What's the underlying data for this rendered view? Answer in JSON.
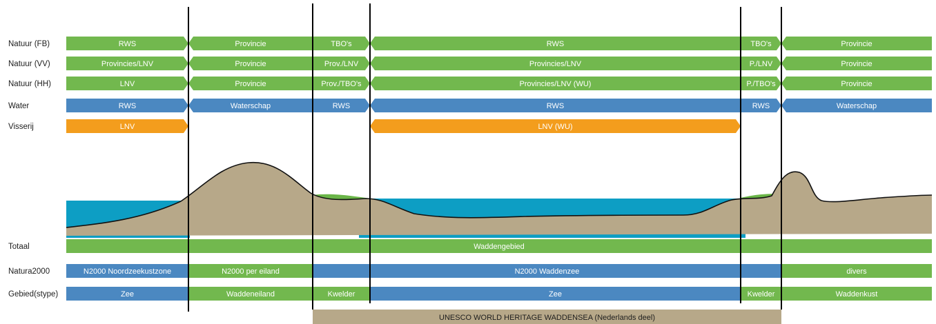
{
  "colors": {
    "green": "#72b84e",
    "blue": "#4b88c1",
    "orange": "#f39d1d",
    "tan": "#b7a889",
    "water": "#0d9ec4",
    "line": "#000000"
  },
  "rows": [
    {
      "label": "Natuur (FB)",
      "segments": [
        {
          "text": "RWS",
          "color": "green",
          "shape": "pointR"
        },
        {
          "text": "Provincie",
          "color": "green",
          "shape": "pointL"
        },
        {
          "text": "TBO's",
          "color": "green",
          "shape": "pointR"
        },
        {
          "text": "RWS",
          "color": "green",
          "shape": "pointL"
        },
        {
          "text": "TBO's",
          "color": "green",
          "shape": "pointR"
        },
        {
          "text": "Provincie",
          "color": "green",
          "shape": "pointL"
        }
      ]
    },
    {
      "label": "Natuur (VV)",
      "segments": [
        {
          "text": "Provincies/LNV",
          "color": "green",
          "shape": "pointR"
        },
        {
          "text": "Provincie",
          "color": "green",
          "shape": "pointL"
        },
        {
          "text": "Prov./LNV",
          "color": "green",
          "shape": "pointR"
        },
        {
          "text": "Provincies/LNV",
          "color": "green",
          "shape": "pointL"
        },
        {
          "text": "P./LNV",
          "color": "green",
          "shape": "pointR"
        },
        {
          "text": "Provincie",
          "color": "green",
          "shape": "pointL"
        }
      ]
    },
    {
      "label": "Natuur (HH)",
      "segments": [
        {
          "text": "LNV",
          "color": "green",
          "shape": "pointR"
        },
        {
          "text": "Provincie",
          "color": "green",
          "shape": "pointL"
        },
        {
          "text": "Prov./TBO's",
          "color": "green",
          "shape": "pointR"
        },
        {
          "text": "Provincies/LNV (WU)",
          "color": "green",
          "shape": "pointL"
        },
        {
          "text": "P./TBO's",
          "color": "green",
          "shape": "pointR"
        },
        {
          "text": "Provincie",
          "color": "green",
          "shape": "pointL"
        }
      ]
    },
    {
      "label": "Water",
      "segments": [
        {
          "text": "RWS",
          "color": "blue",
          "shape": "pointR"
        },
        {
          "text": "Waterschap",
          "color": "blue",
          "shape": "pointL"
        },
        {
          "text": "RWS",
          "color": "blue",
          "shape": "pointR"
        },
        {
          "text": "RWS",
          "color": "blue",
          "shape": "pointL"
        },
        {
          "text": "RWS",
          "color": "blue",
          "shape": "pointR"
        },
        {
          "text": "Waterschap",
          "color": "blue",
          "shape": "pointL"
        }
      ]
    },
    {
      "label": "Visserij",
      "segments": [
        {
          "text": "LNV",
          "color": "orange",
          "shape": "pointR"
        },
        {
          "text": "LNV (WU)",
          "color": "orange",
          "shape": "both"
        }
      ]
    },
    {
      "label": "Totaal",
      "segments": [
        {
          "text": "Waddengebied",
          "color": "green",
          "shape": "rect"
        }
      ]
    },
    {
      "label": "Natura2000",
      "segments": [
        {
          "text": "N2000 Noordzeekustzone",
          "color": "blue",
          "shape": "rect"
        },
        {
          "text": "N2000 per eiland",
          "color": "green",
          "shape": "rect"
        },
        {
          "text": "N2000 Waddenzee",
          "color": "blue",
          "shape": "rect"
        },
        {
          "text": "divers",
          "color": "green",
          "shape": "rect"
        }
      ]
    },
    {
      "label": "Gebied(stype)",
      "segments": [
        {
          "text": "Zee",
          "color": "blue",
          "shape": "rect"
        },
        {
          "text": "Waddeneiland",
          "color": "green",
          "shape": "rect"
        },
        {
          "text": "Kwelder",
          "color": "green",
          "shape": "rect"
        },
        {
          "text": "Zee",
          "color": "blue",
          "shape": "rect"
        },
        {
          "text": "Kwelder",
          "color": "green",
          "shape": "rect"
        },
        {
          "text": "Waddenkust",
          "color": "green",
          "shape": "rect"
        }
      ]
    }
  ],
  "unesco": {
    "text": "UNESCO WORLD HERITAGE WADDENSEA (Nederlands deel)",
    "color": "tan"
  }
}
